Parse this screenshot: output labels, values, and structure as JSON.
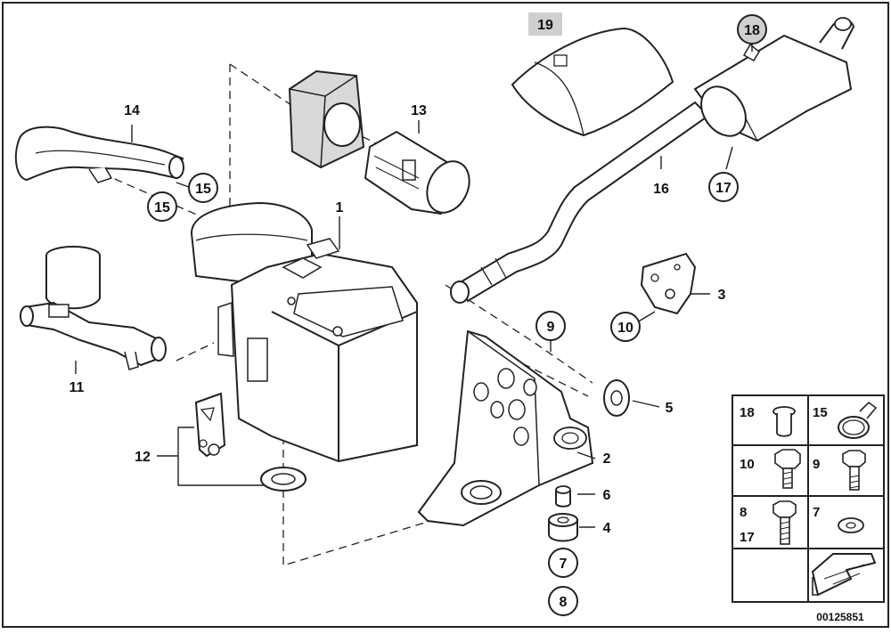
{
  "diagram": {
    "callouts": [
      "1",
      "2",
      "3",
      "4",
      "5",
      "6",
      "7",
      "8",
      "9",
      "10",
      "11",
      "12",
      "13",
      "14",
      "15",
      "15",
      "16",
      "17",
      "18",
      "19"
    ],
    "callout_1": "1",
    "callout_2": "2",
    "callout_3": "3",
    "callout_4": "4",
    "callout_5": "5",
    "callout_6": "6",
    "callout_7": "7",
    "callout_8": "8",
    "callout_9": "9",
    "callout_10": "10",
    "callout_11": "11",
    "callout_12": "12",
    "callout_13": "13",
    "callout_14": "14",
    "callout_15a": "15",
    "callout_15b": "15",
    "callout_16": "16",
    "callout_17": "17",
    "callout_18": "18",
    "callout_19": "19"
  },
  "legend": {
    "cells": [
      {
        "label": "18",
        "label2": "",
        "part": "sleeve-nut"
      },
      {
        "label": "15",
        "label2": "",
        "part": "hose-clamp"
      },
      {
        "label": "10",
        "label2": "",
        "part": "hex-bolt-short"
      },
      {
        "label": "9",
        "label2": "",
        "part": "hex-bolt"
      },
      {
        "label": "8",
        "label2": "17",
        "part": "hex-bolt-long"
      },
      {
        "label": "7",
        "label2": "",
        "part": "washer"
      },
      {
        "label": "",
        "label2": "",
        "part": "arrow-symbol"
      }
    ]
  },
  "footer": {
    "drawing_number": "00125851"
  },
  "colors": {
    "line": "#1a1a1a",
    "highlight": "#cfcfcf",
    "fill": "#ffffff",
    "shade": "#d9d9d9"
  }
}
